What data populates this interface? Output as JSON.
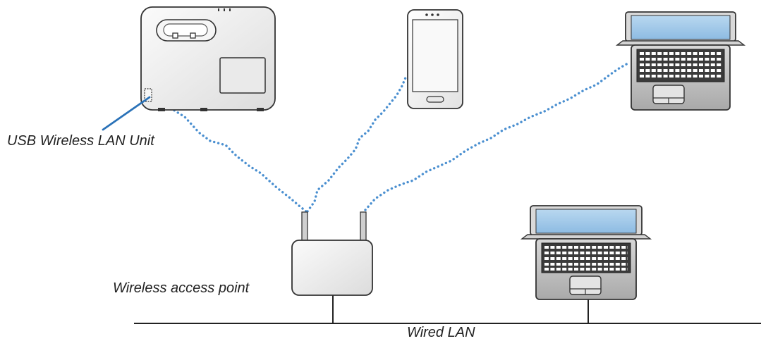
{
  "labels": {
    "usb_unit": "USB Wireless LAN Unit",
    "access_point": "Wireless access point",
    "wired_lan": "Wired LAN"
  },
  "colors": {
    "wifi": "#4a8fd0",
    "pointer": "#2a72b8",
    "outline": "#333333",
    "screen": "#9fc6e6",
    "body_fill": "#eeeeee"
  }
}
